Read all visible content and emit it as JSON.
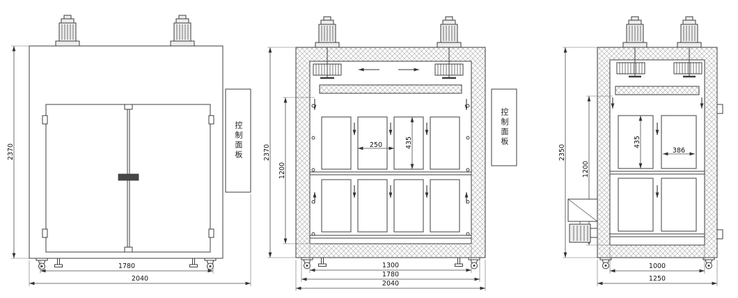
{
  "drawing": {
    "control_panel_label": "控制面板",
    "front_view": {
      "dim_height": "2370",
      "dim_inner_width": "1780",
      "dim_overall_width": "2040"
    },
    "section_view": {
      "dim_height": "2370",
      "dim_chamber_height": "1200",
      "dim_tray_pitch": "250",
      "dim_tray_height": "435",
      "dim_chamber_width": "1300",
      "dim_body_width": "1780",
      "dim_overall_width": "2040"
    },
    "side_view": {
      "dim_height": "2350",
      "dim_chamber_height": "1200",
      "dim_tray_height": "435",
      "dim_shelf_width": "386",
      "dim_chamber_depth": "1000",
      "dim_overall_depth": "1250"
    }
  }
}
